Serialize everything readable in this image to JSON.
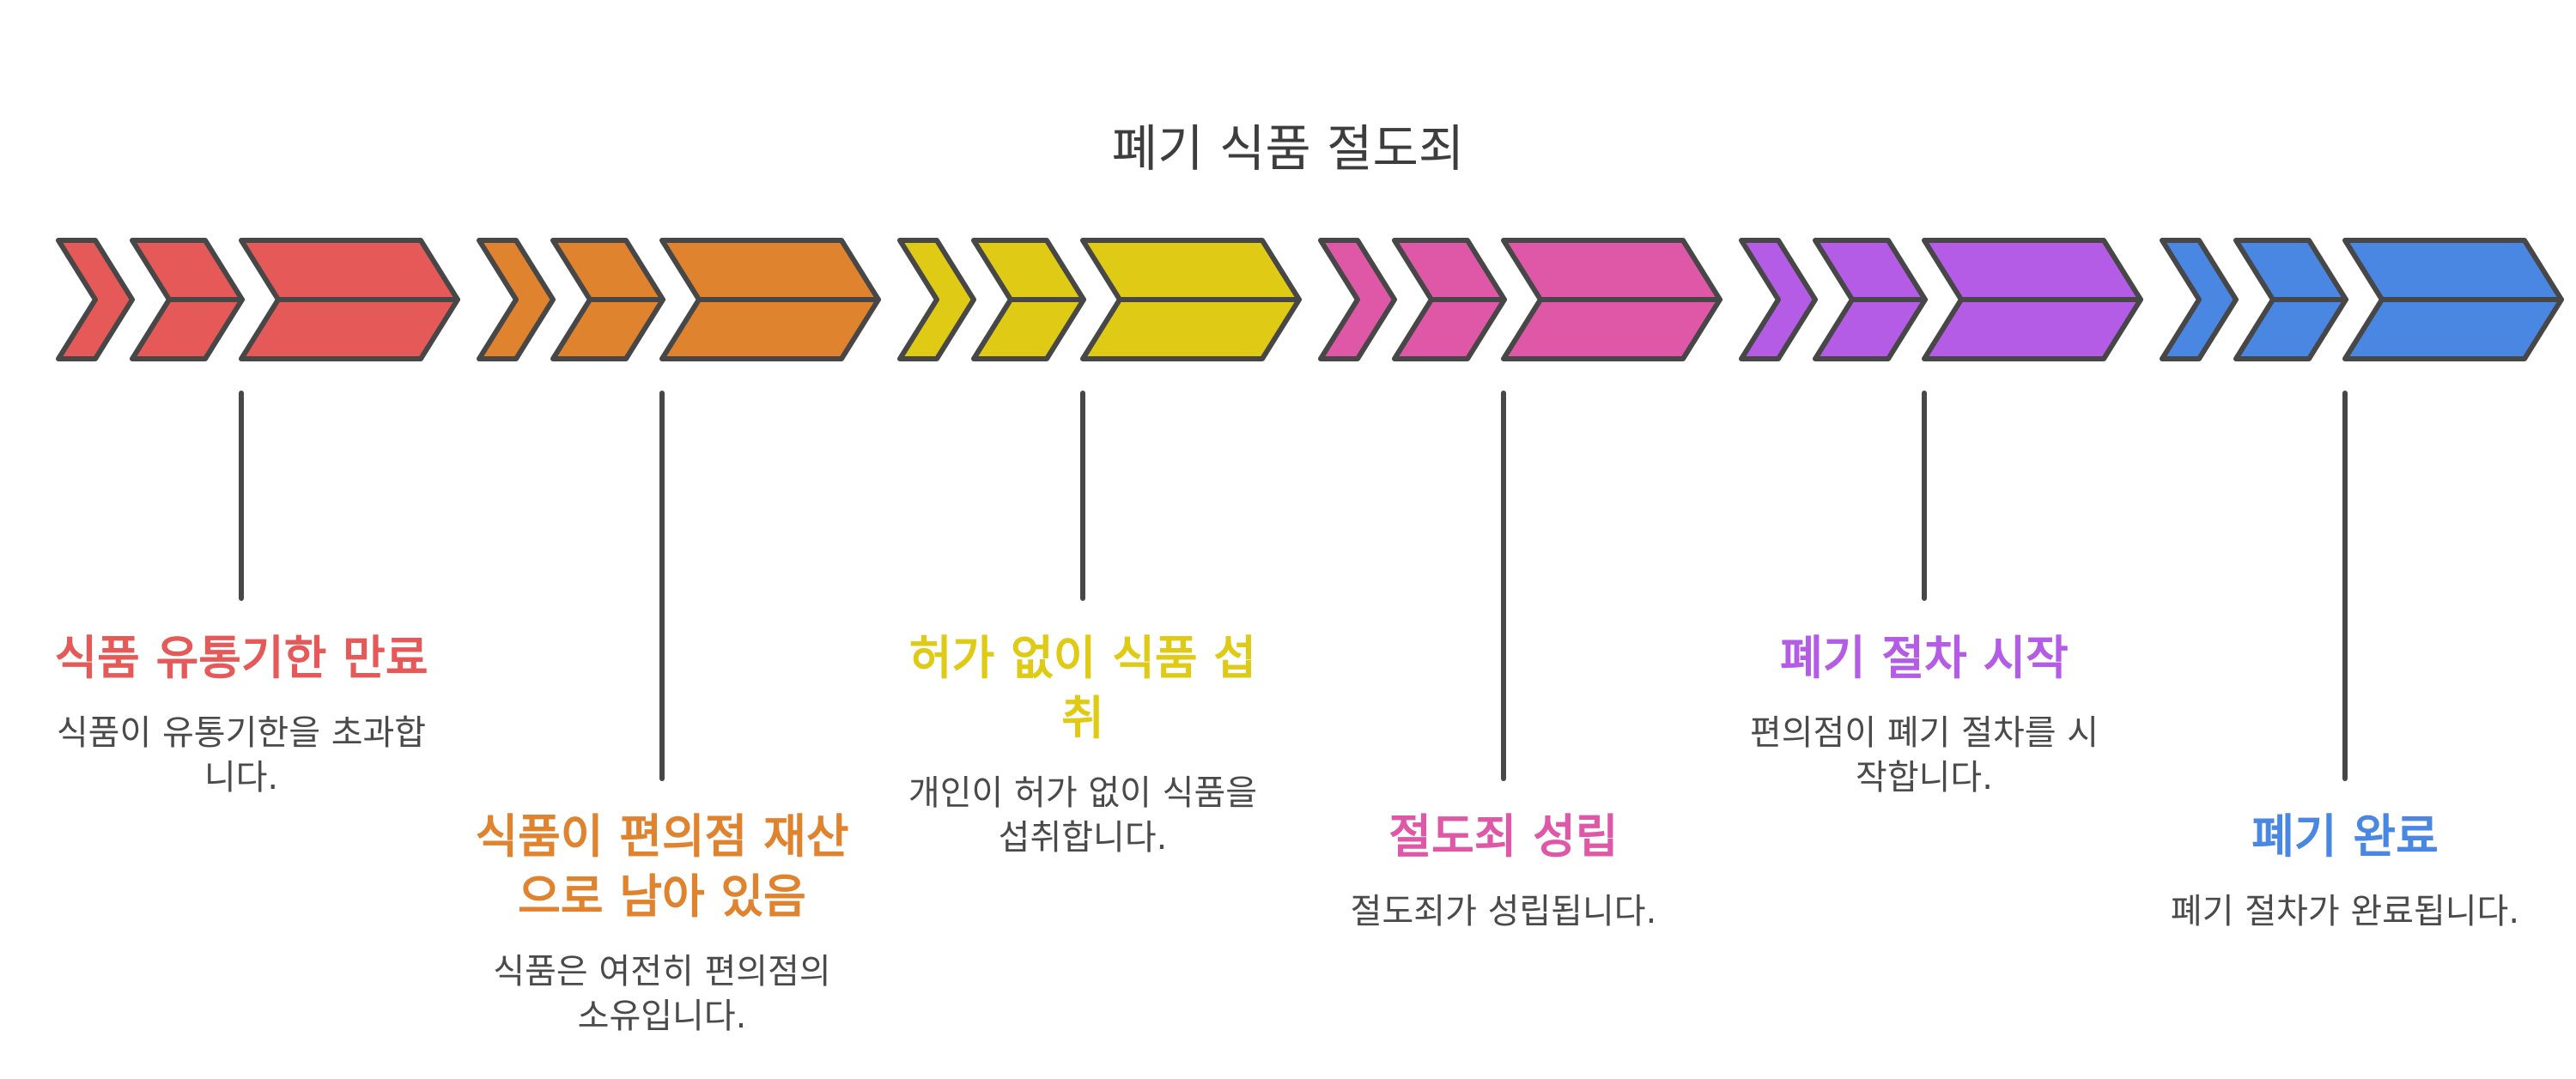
{
  "title": "폐기 식품 절도죄",
  "steps": [
    {
      "heading": "식품 유통기한 만료",
      "description": "식품이 유통기한을 초과합니다.",
      "color": "#e55a58"
    },
    {
      "heading": "식품이 편의점 재산으로 남아 있음",
      "description": "식품은 여전히 편의점의 소유입니다.",
      "color": "#e0832f"
    },
    {
      "heading": "허가 없이 식품 섭취",
      "description": "개인이 허가 없이 식품을 섭취합니다.",
      "color": "#dfcb16"
    },
    {
      "heading": "절도죄 성립",
      "description": "절도죄가 성립됩니다.",
      "color": "#df58a8"
    },
    {
      "heading": "폐기 절차 시작",
      "description": "편의점이 폐기 절차를 시작합니다.",
      "color": "#b45ce6"
    },
    {
      "heading": "폐기 완료",
      "description": "폐기 절차가 완료됩니다.",
      "color": "#4a87e3"
    }
  ]
}
